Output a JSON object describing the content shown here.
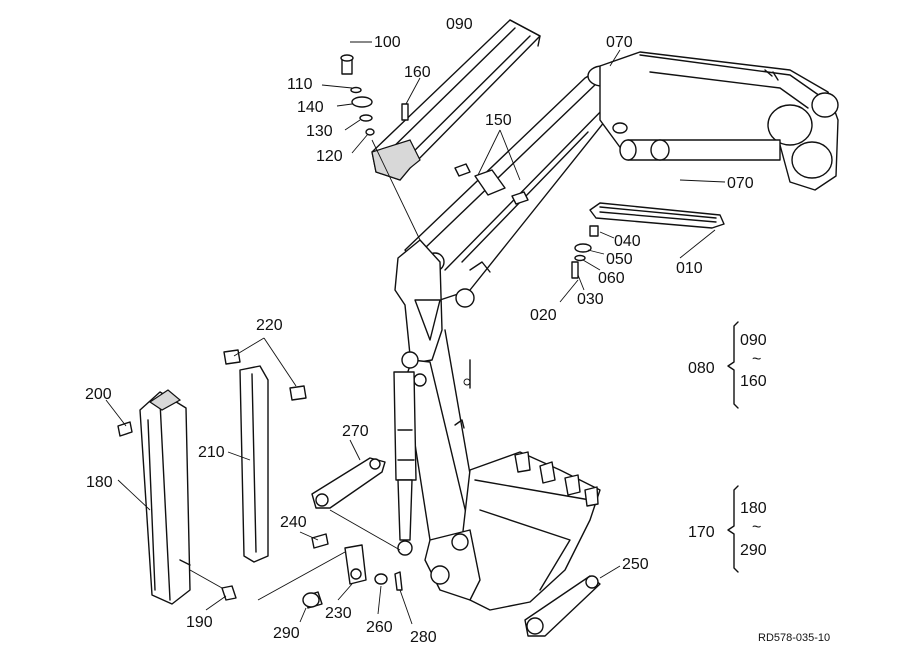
{
  "diagram": {
    "reference_code": "RD578-035-10",
    "callouts": [
      {
        "id": "100",
        "text": "100"
      },
      {
        "id": "090",
        "text": "090"
      },
      {
        "id": "070a",
        "text": "070"
      },
      {
        "id": "110",
        "text": "110"
      },
      {
        "id": "160",
        "text": "160"
      },
      {
        "id": "140",
        "text": "140"
      },
      {
        "id": "130",
        "text": "130"
      },
      {
        "id": "120",
        "text": "120"
      },
      {
        "id": "150",
        "text": "150"
      },
      {
        "id": "070b",
        "text": "070"
      },
      {
        "id": "040",
        "text": "040"
      },
      {
        "id": "050",
        "text": "050"
      },
      {
        "id": "060",
        "text": "060"
      },
      {
        "id": "010",
        "text": "010"
      },
      {
        "id": "030",
        "text": "030"
      },
      {
        "id": "020",
        "text": "020"
      },
      {
        "id": "220",
        "text": "220"
      },
      {
        "id": "200",
        "text": "200"
      },
      {
        "id": "210",
        "text": "210"
      },
      {
        "id": "180",
        "text": "180"
      },
      {
        "id": "270",
        "text": "270"
      },
      {
        "id": "240",
        "text": "240"
      },
      {
        "id": "250",
        "text": "250"
      },
      {
        "id": "190",
        "text": "190"
      },
      {
        "id": "290",
        "text": "290"
      },
      {
        "id": "230",
        "text": "230"
      },
      {
        "id": "260",
        "text": "260"
      },
      {
        "id": "280",
        "text": "280"
      }
    ],
    "groups": [
      {
        "label": "080",
        "top": "090",
        "separator": "~",
        "bottom": "160"
      },
      {
        "label": "170",
        "top": "180",
        "separator": "~",
        "bottom": "290"
      }
    ]
  }
}
